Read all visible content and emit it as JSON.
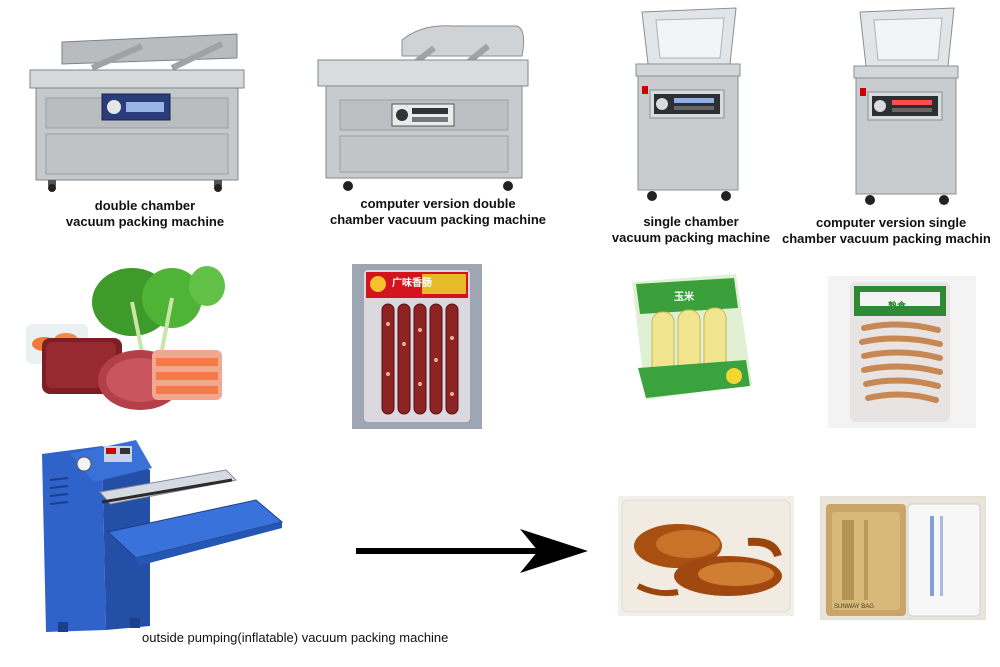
{
  "captions": {
    "double_chamber": [
      "double chamber",
      "vacuum packing machine"
    ],
    "computer_double": [
      "computer version double",
      "chamber vacuum packing machine"
    ],
    "single_chamber": [
      "single chamber",
      "vacuum packing machine"
    ],
    "computer_single": [
      "computer version single",
      "chamber vacuum packing machin"
    ],
    "outside_pumping": "outside pumping(inflatable) vacuum packing machine"
  },
  "pack_labels": {
    "sausage_label": "广味香肠",
    "corn_label": "玉米",
    "snack_label": "熟食",
    "bag_text": "SUNWAY BAG"
  },
  "colors": {
    "steel": "#c9cdd0",
    "steel_dark": "#8e9397",
    "blue_machine": "#2f63c9",
    "arrow": "#000000"
  }
}
